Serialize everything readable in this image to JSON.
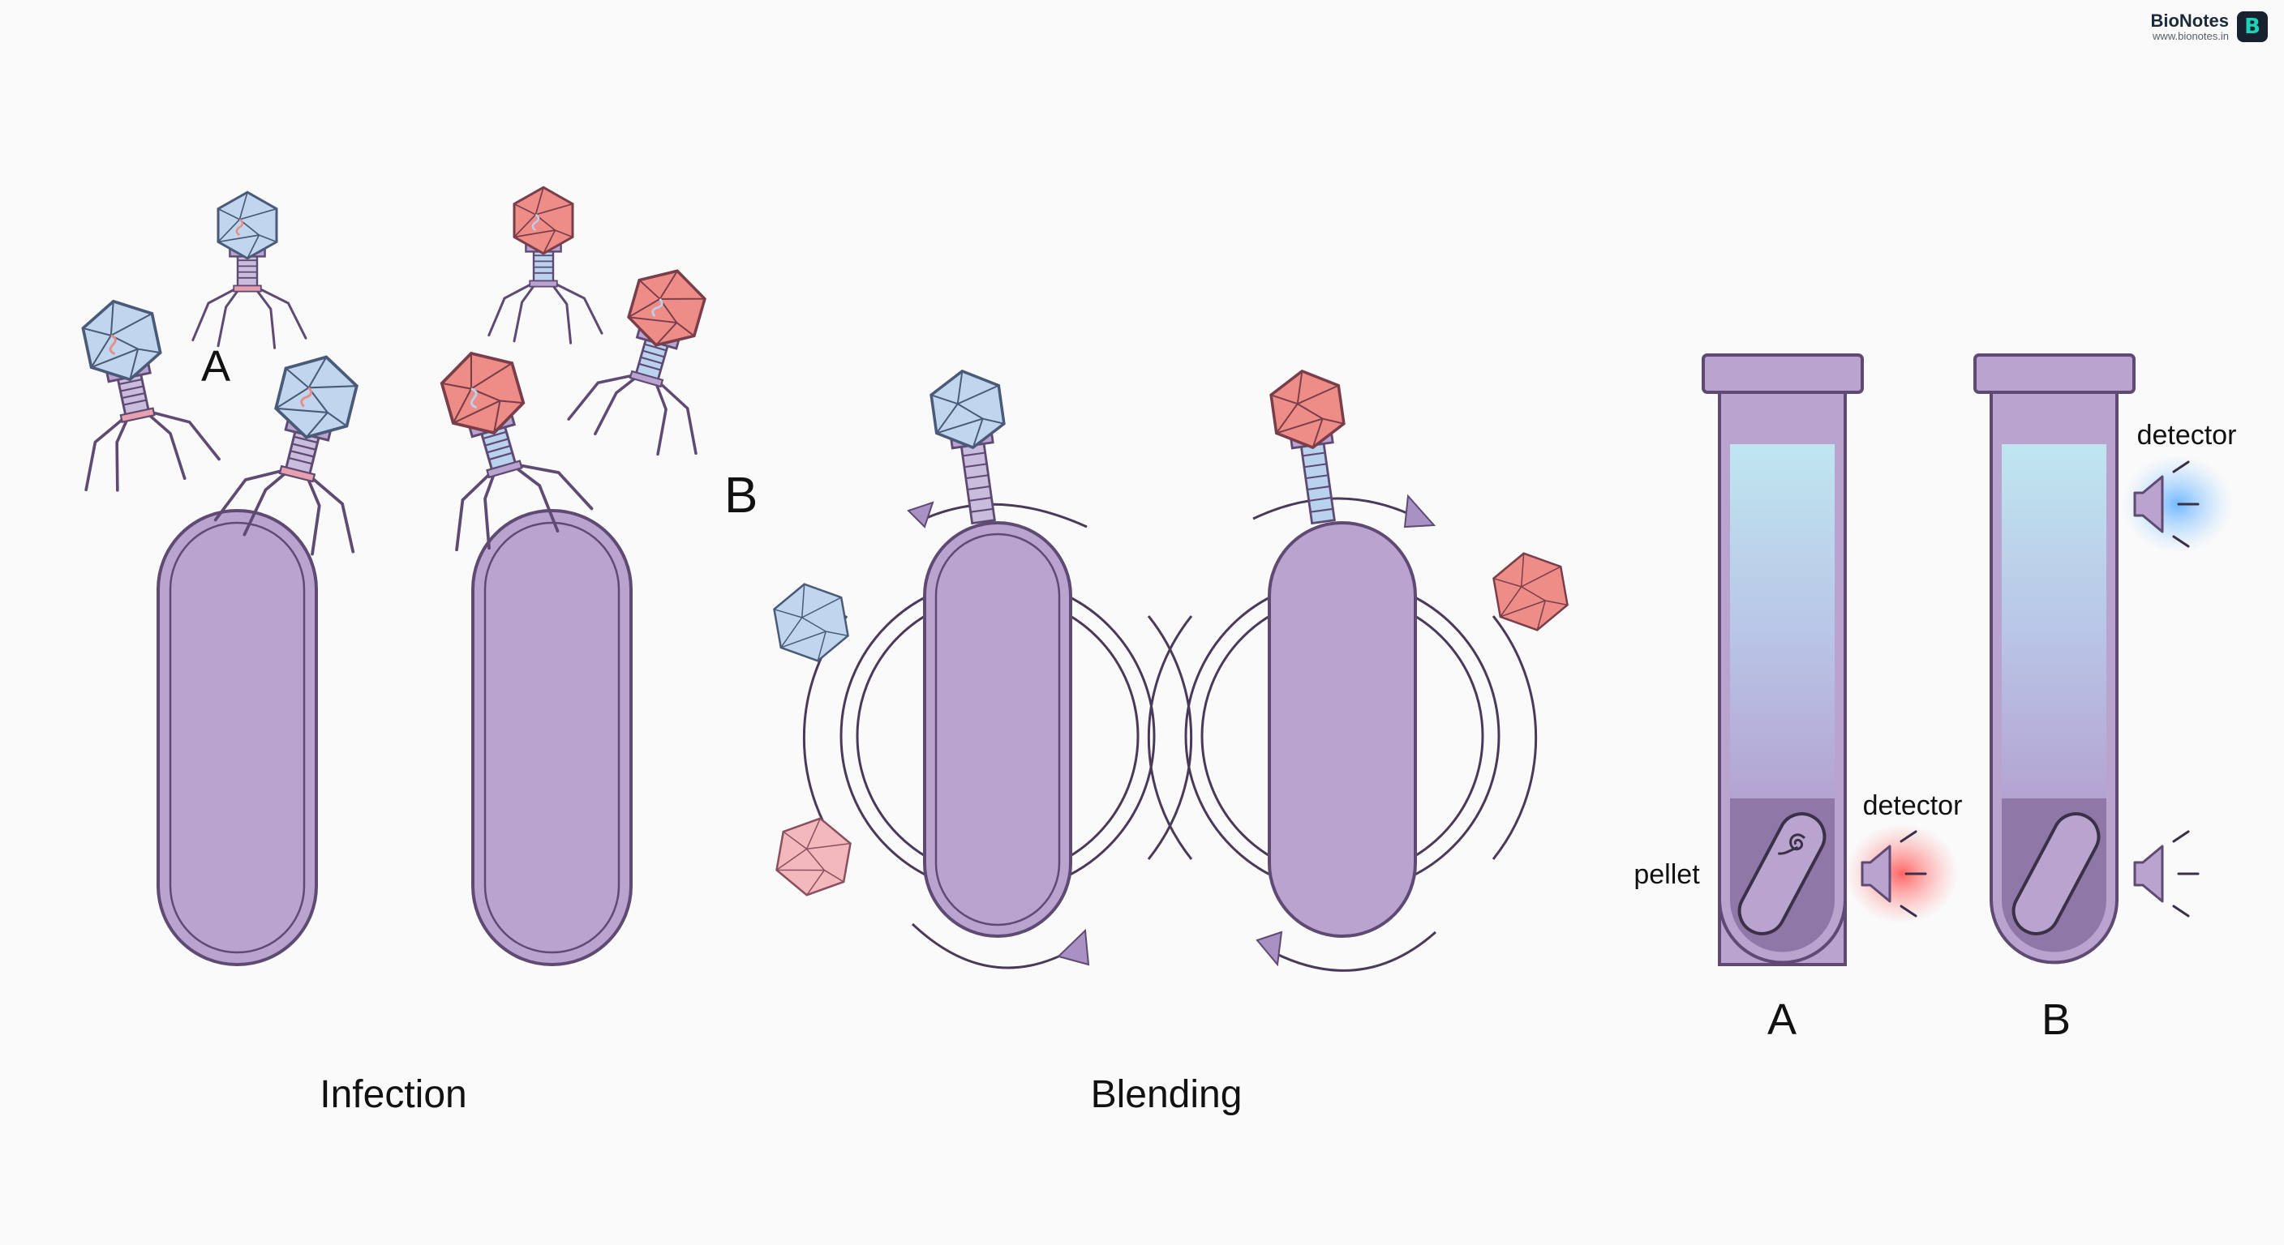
{
  "brand": {
    "name": "BioNotes",
    "url": "www.bionotes.in",
    "logo_letter": "B"
  },
  "sections": {
    "infection": {
      "label": "Infection",
      "marker_a": "A",
      "marker_b": "B"
    },
    "blending": {
      "label": "Blending"
    }
  },
  "tubes": {
    "tube_a": {
      "label": "A",
      "pellet_label": "pellet",
      "detector_label": "detector"
    },
    "tube_b": {
      "label": "B",
      "detector_label": "detector"
    }
  },
  "colors": {
    "cell_fill": "#b9a4cf",
    "cell_outline": "#5e4a72",
    "phage_blue": "#bfd6ee",
    "phage_red": "#ee8c88",
    "glow_red": "#ff5a5a",
    "glow_blue": "#5ab4ff"
  }
}
